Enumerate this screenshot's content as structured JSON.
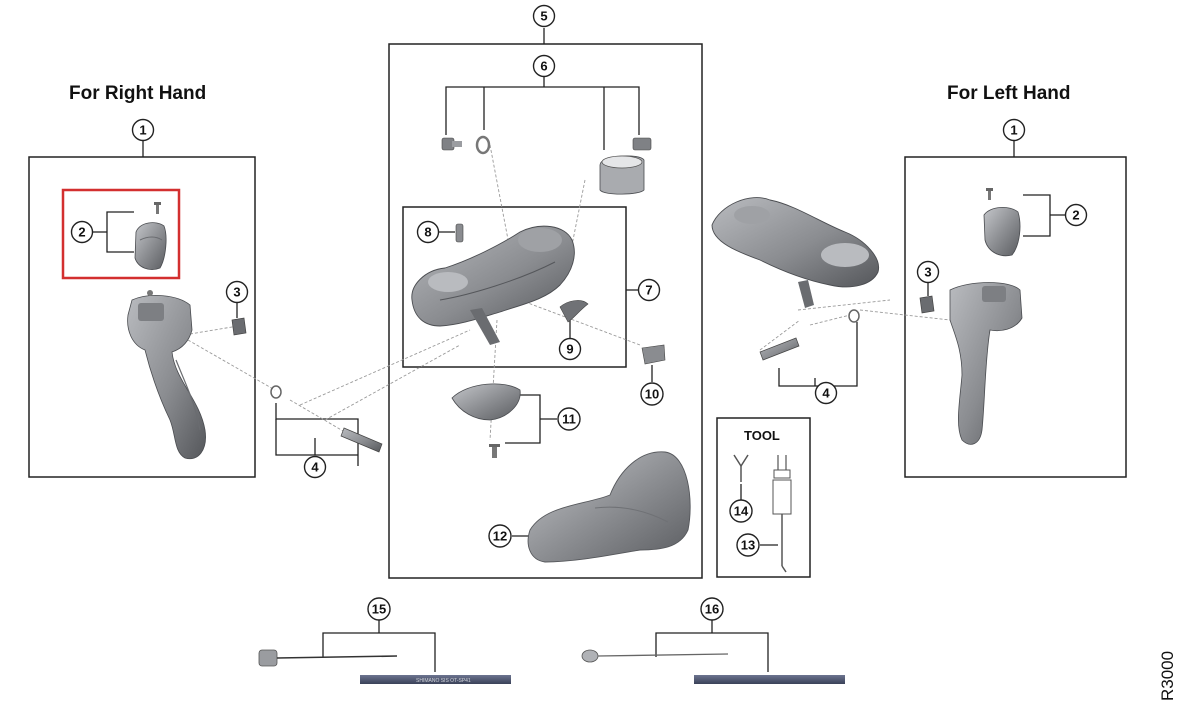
{
  "headers": {
    "right_hand": "For Right Hand",
    "left_hand": "For Left Hand",
    "tool": "TOOL"
  },
  "model_code": "R3000",
  "cable_print": "SHIMANO SIS OT-SP41",
  "part_numbers": [
    "1",
    "2",
    "3",
    "4",
    "5",
    "6",
    "7",
    "8",
    "9",
    "10",
    "11",
    "12",
    "13",
    "14",
    "15",
    "16"
  ],
  "highlight": {
    "part": "2",
    "side": "right",
    "color": "#d32f2f"
  },
  "colors": {
    "part_gray": "#8a8c90",
    "part_dark": "#5b5d61",
    "part_light": "#b9bbbf",
    "line": "#222222",
    "leader": "#9a9a9a"
  }
}
